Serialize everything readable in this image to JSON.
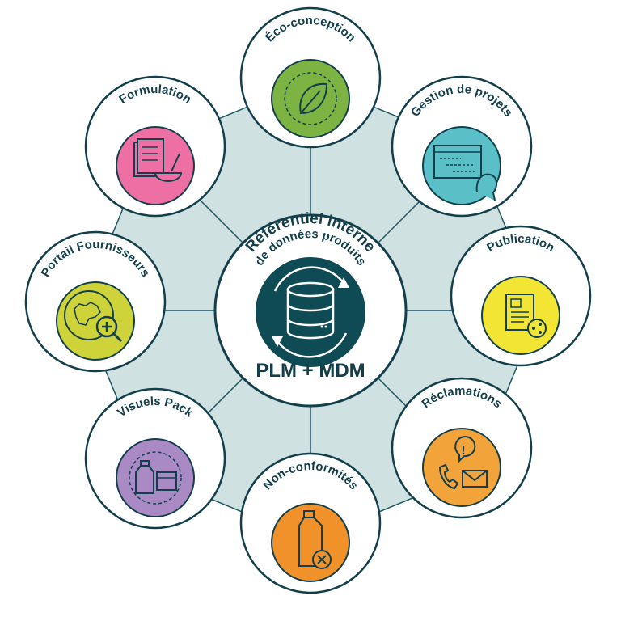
{
  "center": {
    "title_line1": "Référentiel interne",
    "title_line2": "de données produits",
    "subtitle": "PLM + MDM",
    "icon": "database-sync-icon"
  },
  "nodes": [
    {
      "id": "eco",
      "label": "Éco-conception",
      "color": "#7cb342",
      "icon": "leaf-icon"
    },
    {
      "id": "projets",
      "label": "Gestion de projets",
      "color": "#5bbfc8",
      "icon": "gantt-head-icon"
    },
    {
      "id": "publication",
      "label": "Publication",
      "color": "#f3e534",
      "icon": "document-share-icon"
    },
    {
      "id": "reclamations",
      "label": "Réclamations",
      "color": "#f2a33a",
      "icon": "phone-mail-alert-icon"
    },
    {
      "id": "nonconf",
      "label": "Non-conformités",
      "color": "#f0912a",
      "icon": "bottle-cross-icon"
    },
    {
      "id": "visuels",
      "label": "Visuels Pack",
      "color": "#a98ac4",
      "icon": "packaging-icon"
    },
    {
      "id": "portail",
      "label": "Portail Fournisseurs",
      "color": "#cfd33a",
      "icon": "map-magnifier-icon"
    },
    {
      "id": "formulation",
      "label": "Formulation",
      "color": "#ee6fa3",
      "icon": "recipe-bowl-icon"
    }
  ],
  "colors": {
    "dark": "#133f4d",
    "octagon_fill": "#cfe1e1",
    "octagon_line": "#1e5665",
    "center_disc": "#0f4b55"
  }
}
